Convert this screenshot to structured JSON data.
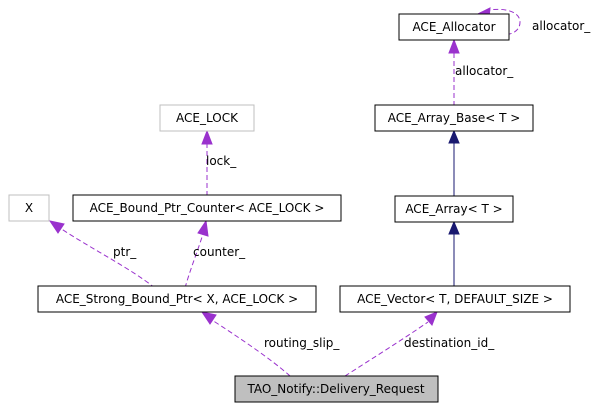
{
  "colors": {
    "usage_edge": "#9a32cd",
    "inherit_edge": "#191970",
    "focus_fill": "#bfbfbf",
    "undocumented_border": "#bfbfbf",
    "node_border": "#000000"
  },
  "nodes": {
    "ace_allocator": "ACE_Allocator",
    "ace_array_base": "ACE_Array_Base< T >",
    "ace_lock": "ACE_LOCK",
    "x": "X",
    "ace_bound_ptr_counter": "ACE_Bound_Ptr_Counter< ACE_LOCK >",
    "ace_array": "ACE_Array< T >",
    "ace_strong_bound_ptr": "ACE_Strong_Bound_Ptr< X, ACE_LOCK >",
    "ace_vector": "ACE_Vector< T, DEFAULT_SIZE >",
    "delivery_request": "TAO_Notify::Delivery_Request"
  },
  "edge_labels": {
    "allocator_self": "allocator_",
    "allocator": "allocator_",
    "lock": "lock_",
    "ptr": "ptr_",
    "counter": "counter_",
    "routing_slip": "routing_slip_",
    "destination_id": "destination_id_"
  }
}
